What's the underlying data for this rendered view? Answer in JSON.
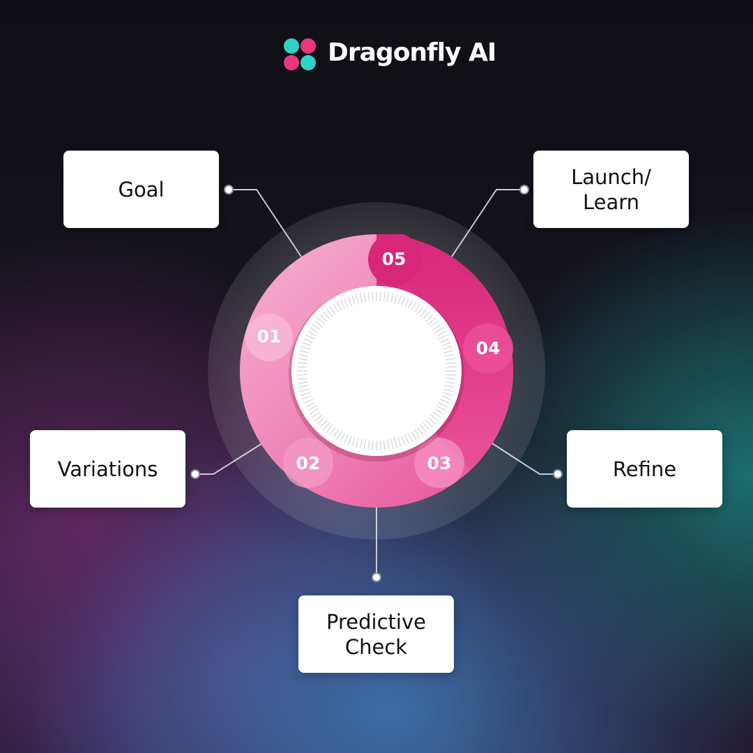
{
  "brand": {
    "name": "Dragonfly AI",
    "colors": {
      "pink": "#e8367f",
      "teal": "#2ed3c7"
    }
  },
  "diagram": {
    "steps": [
      {
        "number": "01",
        "label": "Goal"
      },
      {
        "number": "02",
        "label": "Variations"
      },
      {
        "number": "03",
        "label": "Predictive\nCheck"
      },
      {
        "number": "04",
        "label": "Refine"
      },
      {
        "number": "05",
        "label": "Launch/\nLearn"
      }
    ],
    "colors": {
      "ring_light": "#f2a3c6",
      "ring_mid": "#ec74ac",
      "ring_dark": "#d72a76",
      "card_bg": "#ffffff",
      "card_text": "#111111",
      "connector": "#c9c9d6"
    }
  }
}
